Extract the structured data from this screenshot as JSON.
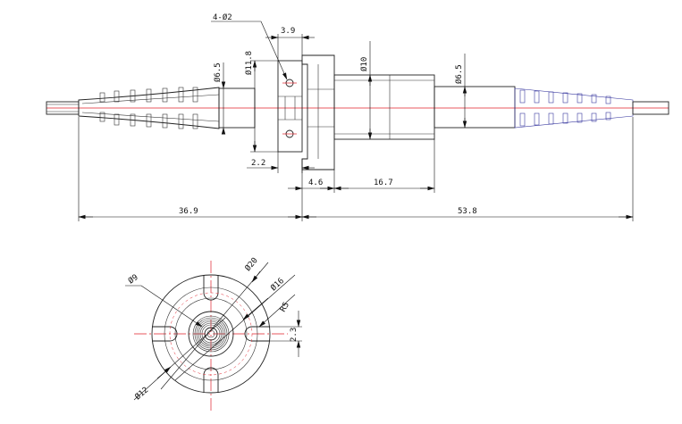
{
  "side_view": {
    "holes_label": "4-Ø2",
    "dim_3_9": "3.9",
    "dia_6_5_left": "Ø6.5",
    "dia_11_8": "Ø11.8",
    "dia_10": "Ø10",
    "dia_6_5_right": "Ø6.5",
    "dim_2_2": "2.2",
    "dim_4_6": "4.6",
    "dim_16_7": "16.7",
    "dim_36_9": "36.9",
    "dim_53_8": "53.8"
  },
  "end_view": {
    "dia_9": "Ø9",
    "dia_20": "Ø20",
    "dia_16": "Ø16",
    "radius_r5": "R5",
    "dim_2_3": "2.3",
    "dia_12": "Ø12"
  },
  "colors": {
    "line": "#222222",
    "centerline": "#e0202a",
    "hidden": "#3a3aa0"
  }
}
